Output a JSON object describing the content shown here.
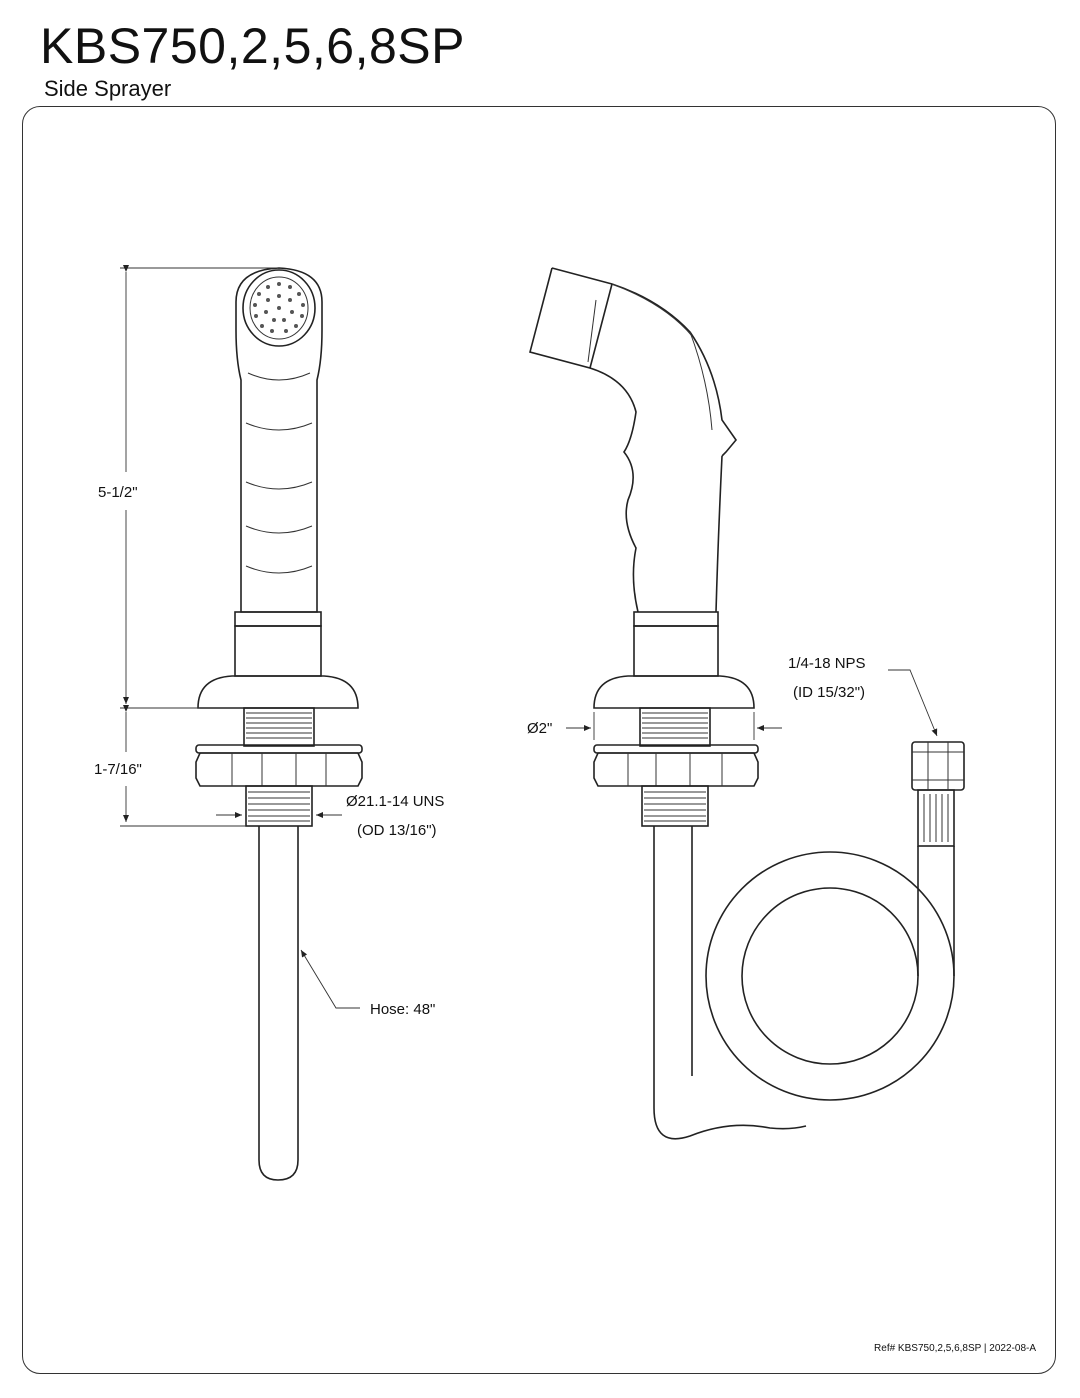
{
  "header": {
    "title": "KBS750,2,5,6,8SP",
    "subtitle": "Side Sprayer"
  },
  "dimensions": {
    "height_total": "5-1/2\"",
    "mount_height": "1-7/16\"",
    "thread_line1": "Ø21.1-14 UNS",
    "thread_line2": "(OD 13/16\")",
    "hose_length": "Hose: 48\"",
    "base_diameter": "Ø2\"",
    "connector_line1": "1/4-18 NPS",
    "connector_line2": "(ID 15/32\")"
  },
  "footer": {
    "reference": "Ref# KBS750,2,5,6,8SP | 2022-08-A"
  }
}
